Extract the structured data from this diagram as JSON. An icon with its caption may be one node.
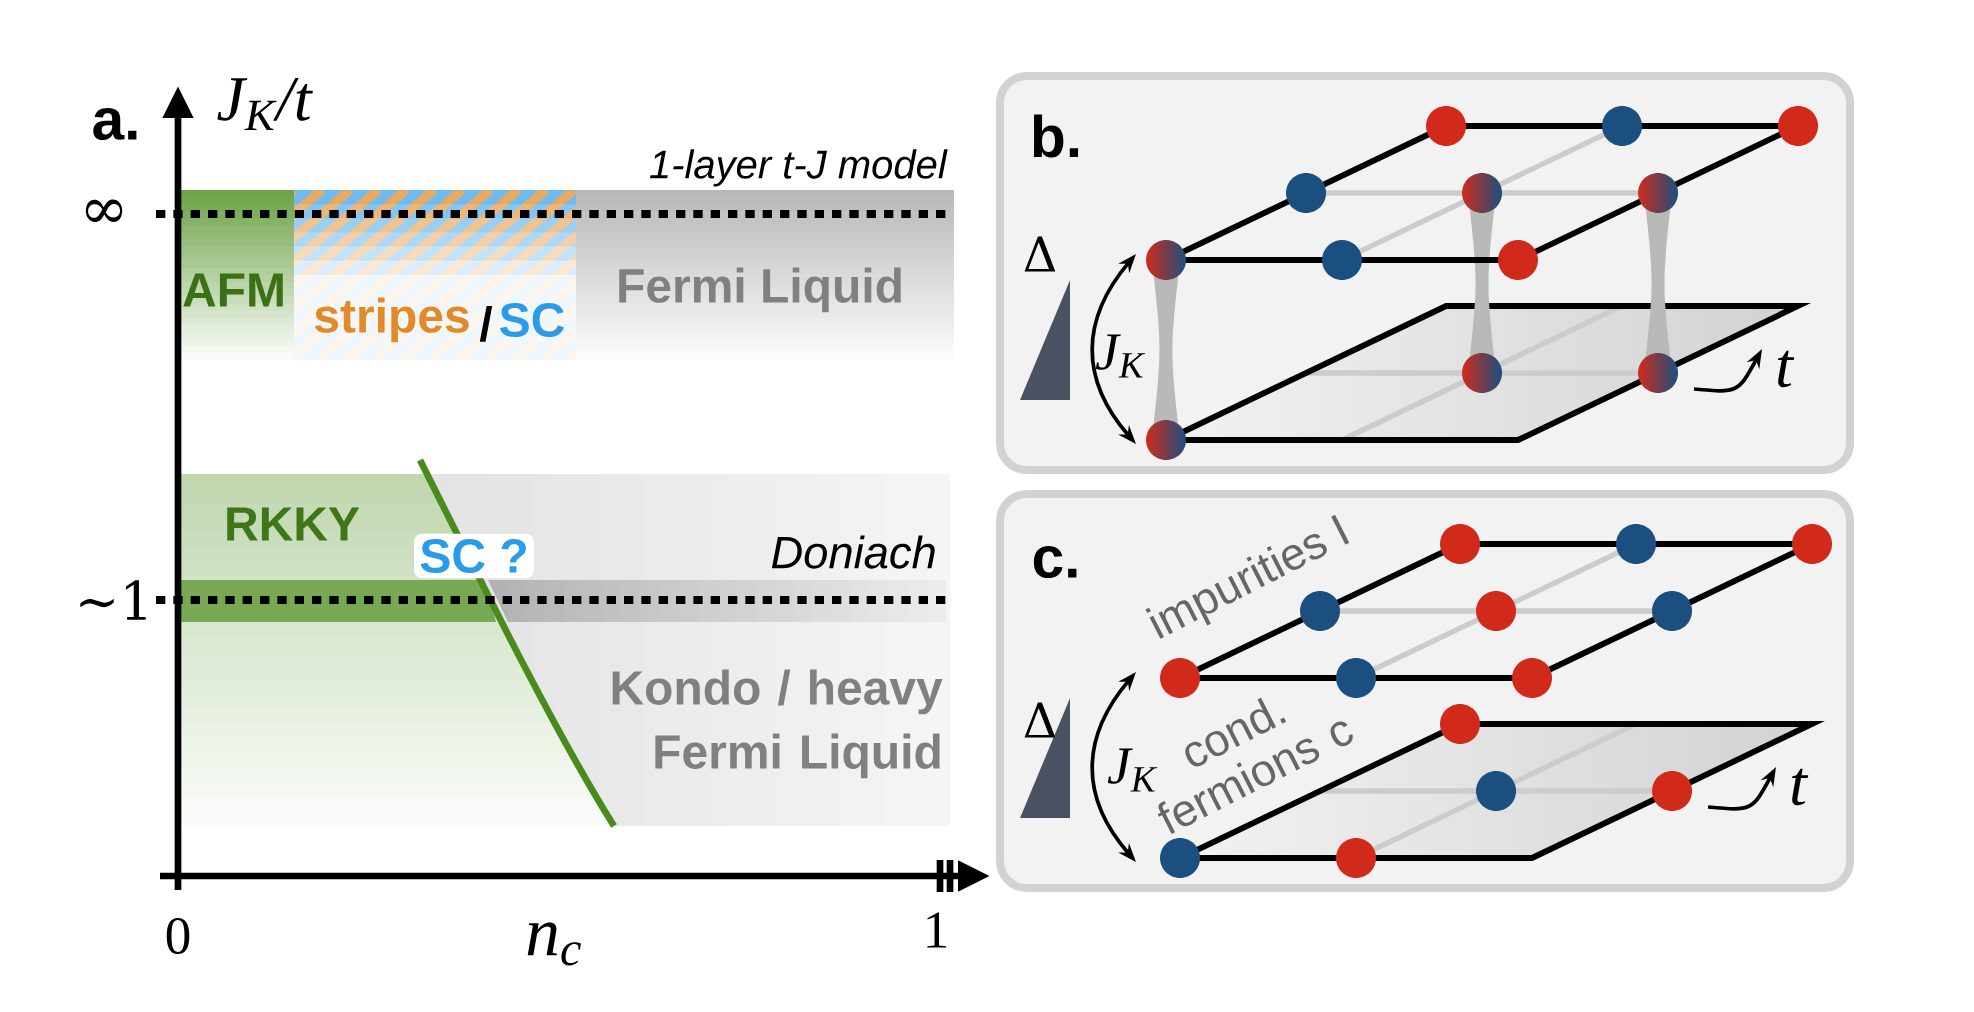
{
  "diagram": {
    "labels": [
      "a.",
      "J$_{K}$/t",
      "1-layer t-J model",
      "∞",
      "AFM",
      "stripes",
      "/",
      "SC",
      "Fermi Liquid",
      "RKKY",
      "SC ?",
      "Doniach",
      "∼1",
      "Kondo / heavy Fermi Liquid",
      "0",
      "n$_{c}$",
      "1",
      "b.",
      "Δ",
      "J$_{K}$",
      "t",
      "c.",
      "impurities I",
      "Δ",
      "J$_{K}$",
      "cond. fermions c",
      "t"
    ]
  }
}
